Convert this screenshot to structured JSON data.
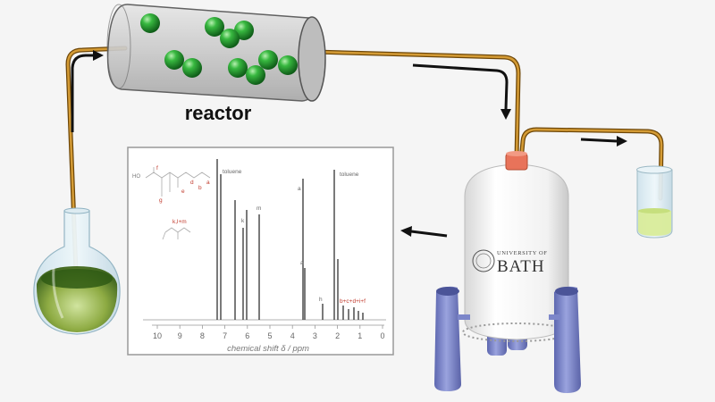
{
  "reactor": {
    "label": "reactor"
  },
  "nmr": {
    "x_axis_label": "chemical shift δ / ppm",
    "ticks": [
      "10",
      "9",
      "8",
      "7",
      "6",
      "5",
      "4",
      "3",
      "2",
      "1",
      "0"
    ],
    "peak_labels": {
      "toluene_left": "toluene",
      "toluene_right": "toluene",
      "m": "m",
      "k": "k",
      "a": "a",
      "a_small": "a",
      "h": "h",
      "multiplet": "b+c+d+i+f",
      "klm": "k,l+m",
      "struct_d": "d",
      "struct_b": "b",
      "struct_a": "a",
      "struct_e": "e",
      "struct_f": "f",
      "struct_ho": "HO",
      "struct_g": "g"
    }
  },
  "flask": {
    "liquid_color": "#8aa83a"
  },
  "vial": {
    "liquid_color": "#d9ec9a"
  },
  "tank": {
    "logo_university": "UNIVERSITY OF",
    "logo_name": "BATH",
    "cap_color": "#e8735a",
    "leg_color": "#7c86c9"
  },
  "colors": {
    "tube": "#c8922a",
    "bead": "#2faa3a",
    "arrow": "#111111"
  }
}
